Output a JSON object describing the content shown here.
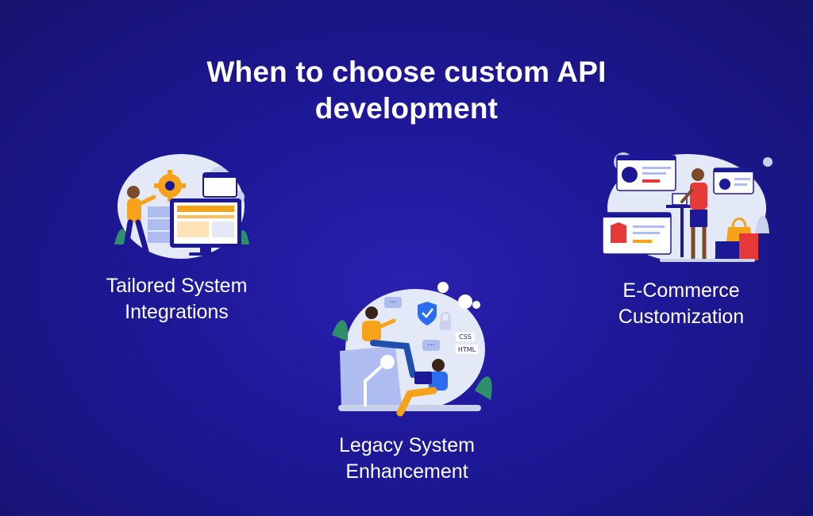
{
  "heading": {
    "line1": "When to choose custom API",
    "line2": "development"
  },
  "cards": [
    {
      "id": "tailored-system-integrations",
      "line1": "Tailored System",
      "line2": "Integrations",
      "illustration": "person-with-monitor-and-gears"
    },
    {
      "id": "legacy-system-enhancement",
      "line1": "Legacy System",
      "line2": "Enhancement",
      "illustration": "people-with-laptop-and-security",
      "tags": [
        "CSS",
        "HTML"
      ]
    },
    {
      "id": "e-commerce-customization",
      "line1": "E-Commerce",
      "line2": "Customization",
      "illustration": "shopper-with-product-windows"
    }
  ],
  "colors": {
    "background": "#1d1896",
    "text": "#ffffff",
    "accent_orange": "#f7a21b",
    "illustration_bg": "#dfe6f7"
  }
}
